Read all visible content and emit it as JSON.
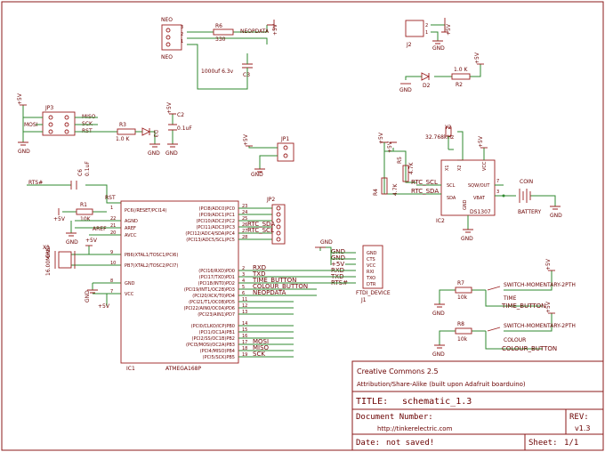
{
  "frame": {
    "border_color": "#8b1a1a",
    "wire_color": "#2f8a2f",
    "part_color": "#9b2020"
  },
  "neo": {
    "ref": "NEO",
    "value": "NEO",
    "pins": [
      "3",
      "2",
      "1"
    ]
  },
  "r6": {
    "ref": "R6",
    "value": "330",
    "net": "NEOPDATA"
  },
  "c3": {
    "ref": "C3",
    "value": "1000uf 6.3v"
  },
  "j2": {
    "ref": "J2",
    "pins": [
      "2",
      "1"
    ]
  },
  "power": {
    "vcc": "+5V",
    "gnd": "GND"
  },
  "d2": {
    "ref": "D2"
  },
  "r2": {
    "ref": "R2",
    "value": "1.0 K"
  },
  "jp3": {
    "ref": "JP3",
    "left": [
      "MOSI"
    ],
    "right": [
      "MISO",
      "SCK",
      "RST"
    ]
  },
  "r3": {
    "ref": "R3",
    "value": "1.0 K"
  },
  "d3": {
    "ref": "D3"
  },
  "c2": {
    "ref": "C2",
    "value": "0.1uF"
  },
  "jp1": {
    "ref": "JP1"
  },
  "y2": {
    "ref": "Y2",
    "value": "32.768kHz"
  },
  "r4": {
    "ref": "R4",
    "value": "4.7K"
  },
  "r5": {
    "ref": "R5",
    "value": "4.7K"
  },
  "ic2": {
    "ref": "IC2",
    "value": "DS1307",
    "pins_left": [
      "X1",
      "X2",
      "SCL",
      "SDA"
    ],
    "pins_right": [
      "VCC",
      "SQW/OUT",
      "VBAT"
    ],
    "pin_gnd": "GND",
    "nets": [
      "RTC_SCL",
      "RTC_SDA"
    ]
  },
  "battery": {
    "ref": "BATTERY",
    "label": "COIN"
  },
  "c6": {
    "ref": "C6",
    "value": "0.1uF",
    "net": "RTS#"
  },
  "r1": {
    "ref": "R1",
    "value": "10K",
    "net": "RST"
  },
  "x1": {
    "ref": "X1",
    "value": "16.00MHz"
  },
  "ic1": {
    "ref": "IC1",
    "value": "ATMEGA168P",
    "left_pins": [
      {
        "num": "1",
        "name": "PC6(/RESET/PCI14)"
      },
      {
        "num": "22",
        "name": "AGND"
      },
      {
        "num": "21",
        "name": "AREF"
      },
      {
        "num": "20",
        "name": "AVCC"
      },
      {
        "num": "9",
        "name": "PB6(XTAL1/TOSC1/PCI6)"
      },
      {
        "num": "10",
        "name": "PB7(XTAL2/TOSC2/PCI7)"
      },
      {
        "num": "8",
        "name": "GND"
      },
      {
        "num": "7",
        "name": "VCC"
      }
    ],
    "right_pins": [
      {
        "num": "23",
        "name": "(PCI8/ADC0)PC0"
      },
      {
        "num": "24",
        "name": "(PCI9/ADC1)PC1"
      },
      {
        "num": "25",
        "name": "(PCI10/ADC2)PC2"
      },
      {
        "num": "26",
        "name": "(PCI11/ADC3)PC3"
      },
      {
        "num": "27",
        "name": "(PCI12/ADC4/SDA)PC4"
      },
      {
        "num": "28",
        "name": "(PCI13/ADC5/SCL)PC5"
      },
      {
        "num": "2",
        "name": "(PCI16/RXD)PD0"
      },
      {
        "num": "3",
        "name": "(PCI17/TXD)PD1"
      },
      {
        "num": "4",
        "name": "(PCI18/INT0)PD2"
      },
      {
        "num": "5",
        "name": "(PCI19/INT1/OC2B)PD3"
      },
      {
        "num": "6",
        "name": "(PCI20/XCK/T0)PD4"
      },
      {
        "num": "11",
        "name": "(PCI21/T1/OC0B)PD5"
      },
      {
        "num": "12",
        "name": "(PCI22/AIN0/OC0A)PD6"
      },
      {
        "num": "13",
        "name": "(PCI23/AIN1)PD7"
      },
      {
        "num": "14",
        "name": "(PCI0/CLKO/ICP)PB0"
      },
      {
        "num": "15",
        "name": "(PCI1/OC1A)PB1"
      },
      {
        "num": "16",
        "name": "(PCI2/SS/OC1B)PB2"
      },
      {
        "num": "17",
        "name": "(PCI3/MOSI/OC2A)PB3"
      },
      {
        "num": "18",
        "name": "(PCI4/MISO)PB4"
      },
      {
        "num": "19",
        "name": "(PCI5/SCK)PB5"
      }
    ],
    "right_nets": [
      "",
      "",
      "",
      "RTC_SDA",
      "RTC_SCL",
      "",
      "RXD",
      "TXD",
      "TIME_BUTTON",
      "COLOUR_BUTTON",
      "NEOPDATA",
      "",
      "",
      "",
      "",
      "",
      "",
      "MOSI",
      "MISO",
      "SCK"
    ],
    "aref": "AREF"
  },
  "jp2": {
    "ref": "JP2"
  },
  "j1": {
    "ref": "J1",
    "value": "FTDI_DEVICE",
    "pins": [
      "GND",
      "CTS",
      "VCC",
      "RXI",
      "TXO",
      "DTR"
    ],
    "nets": [
      "GND",
      "GND",
      "+5V",
      "RXD",
      "TXD",
      "RTS#"
    ]
  },
  "r7": {
    "ref": "R7",
    "value": "10k",
    "sw": "SWITCH-MOMENTARY-2PTH",
    "sw_ref": "TIME",
    "net": "TIME_BUTTON"
  },
  "r8": {
    "ref": "R8",
    "value": "10k",
    "sw": "SWITCH-MOMENTARY-2PTH",
    "sw_ref": "COLOUR",
    "net": "COLOUR_BUTTON"
  },
  "title_block": {
    "license": "Creative Commons 2.5",
    "attribution": "Attribution/Share-Alike (built upon Adafruit boarduino)",
    "title_label": "TITLE:",
    "title": "schematic_1.3",
    "docnum_label": "Document Number:",
    "docnum": "http://tinkerelectric.com",
    "rev_label": "REV:",
    "rev": "v1.3",
    "date_label": "Date:",
    "date": "not saved!",
    "sheet_label": "Sheet:",
    "sheet": "1/1"
  }
}
